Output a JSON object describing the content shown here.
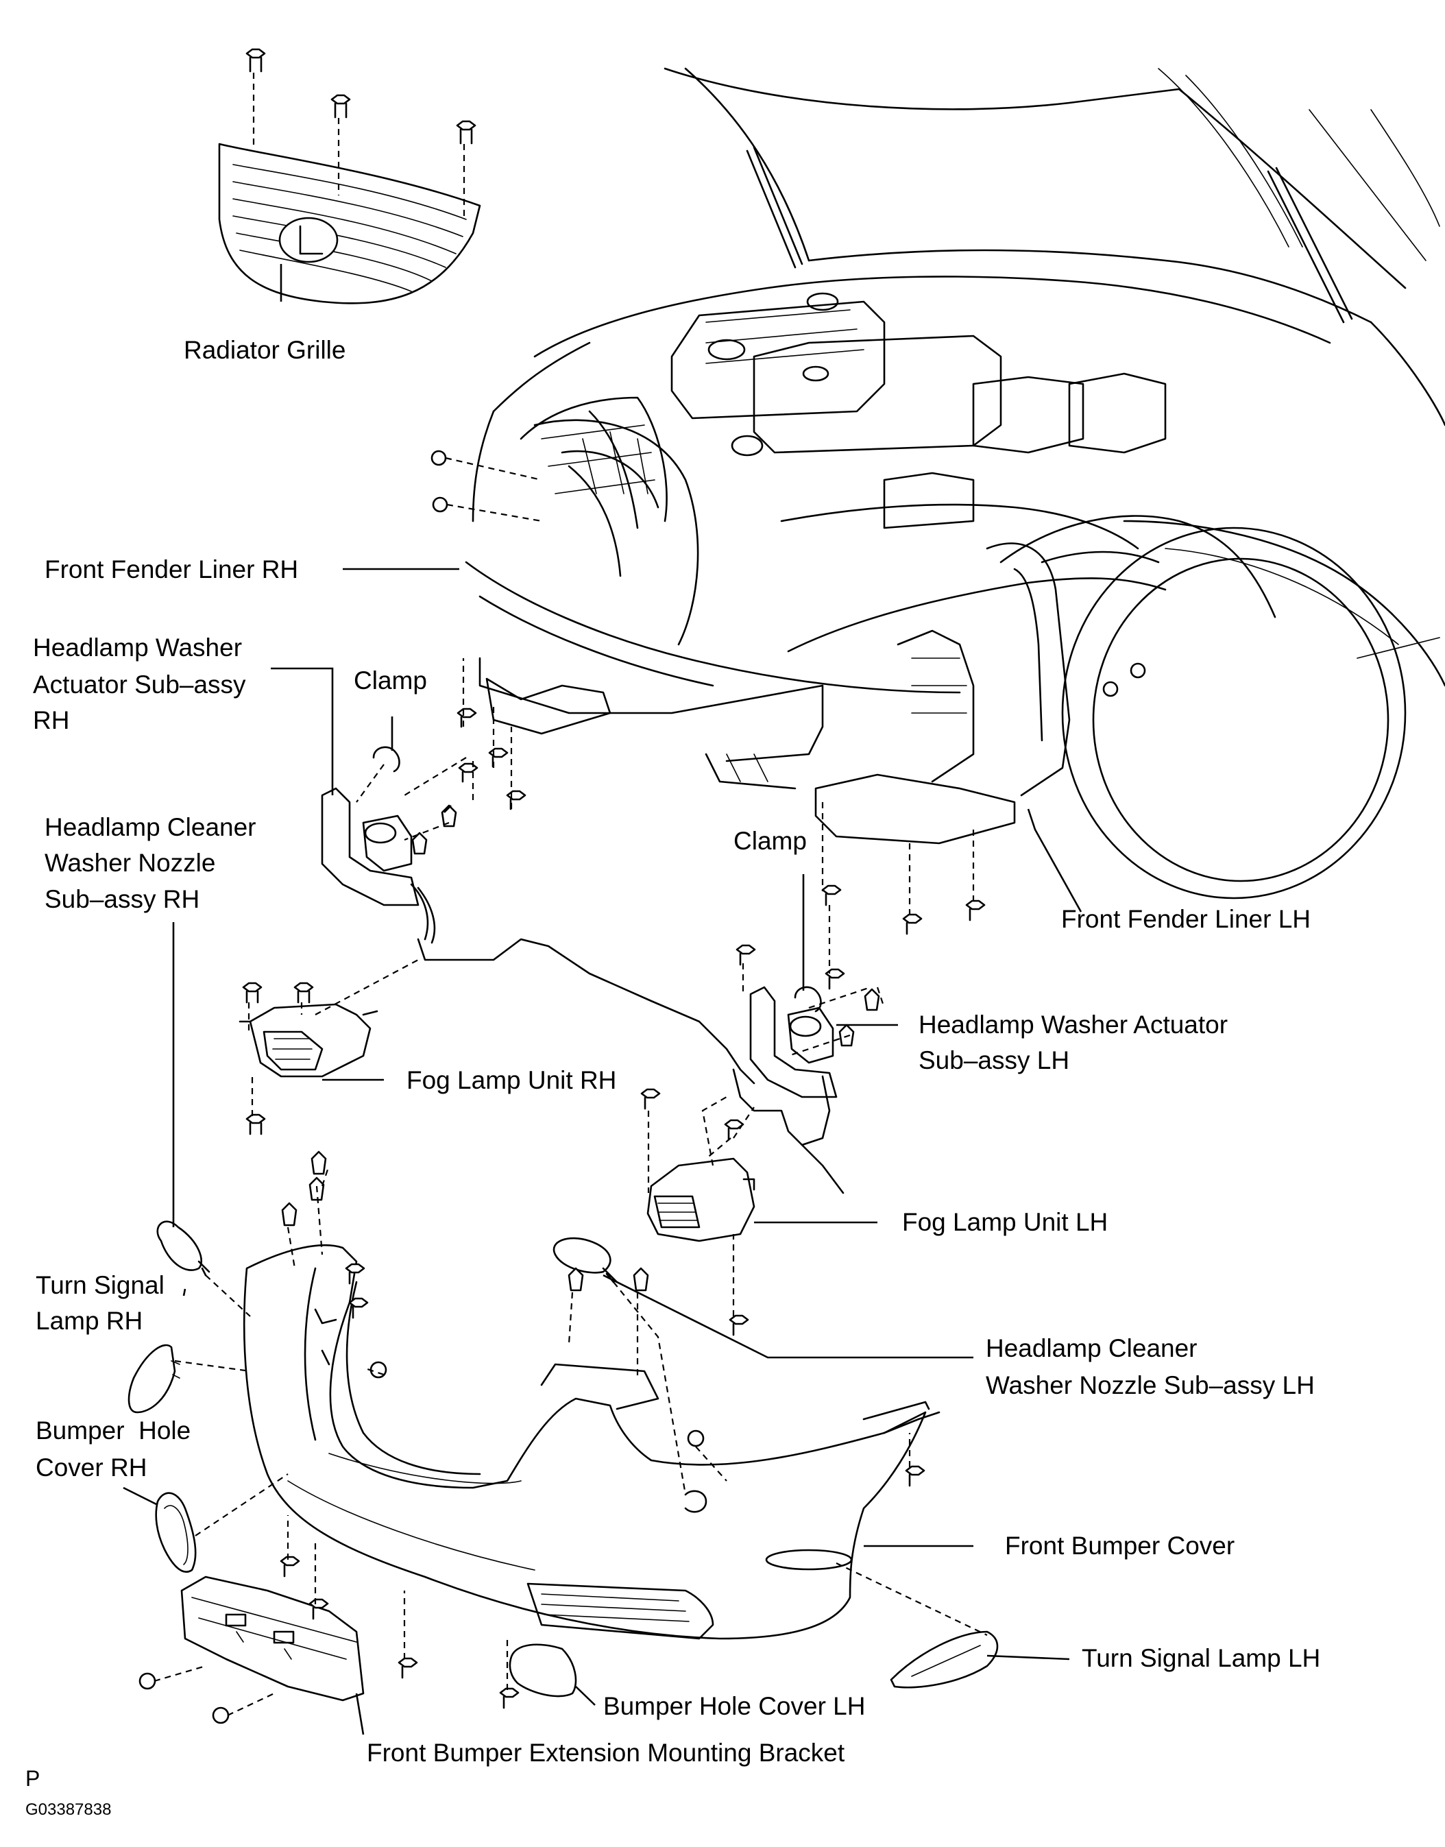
{
  "labels": {
    "radiator_grille": "Radiator Grille",
    "front_fender_liner_rh": "Front Fender Liner RH",
    "washer_actuator_rh_1": "Headlamp Washer",
    "washer_actuator_rh_2": "Actuator Sub–assy",
    "washer_actuator_rh_3": "RH",
    "clamp_rh": "Clamp",
    "cleaner_nozzle_rh_1": "Headlamp Cleaner",
    "cleaner_nozzle_rh_2": "Washer Nozzle",
    "cleaner_nozzle_rh_3": "Sub–assy RH",
    "clamp_lh": "Clamp",
    "front_fender_liner_lh": "Front Fender Liner LH",
    "washer_actuator_lh_1": "Headlamp Washer Actuator",
    "washer_actuator_lh_2": "Sub–assy LH",
    "fog_lamp_rh": "Fog Lamp Unit RH",
    "fog_lamp_lh": "Fog Lamp Unit LH",
    "turn_signal_rh_1": "Turn Signal",
    "turn_signal_rh_2": "Lamp RH",
    "cleaner_nozzle_lh_1": "Headlamp Cleaner",
    "cleaner_nozzle_lh_2": "Washer Nozzle Sub–assy LH",
    "bumper_hole_cover_rh_1": "Bumper  Hole",
    "bumper_hole_cover_rh_2": "Cover RH",
    "front_bumper_cover": "Front Bumper Cover",
    "turn_signal_lh": "Turn Signal Lamp LH",
    "bumper_hole_cover_lh": "Bumper Hole Cover LH",
    "extension_bracket": "Front Bumper Extension Mounting Bracket"
  },
  "footer": {
    "letter": "P",
    "code": "G03387838"
  }
}
